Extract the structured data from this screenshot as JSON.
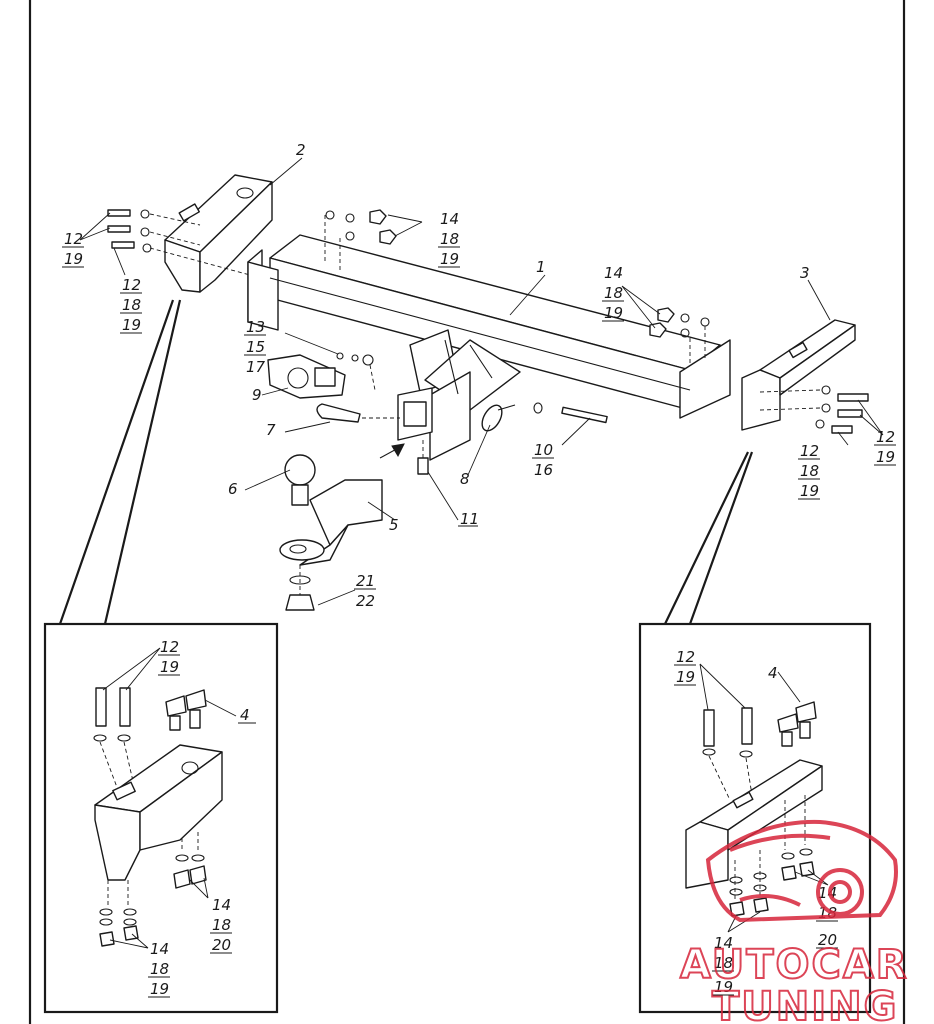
{
  "colors": {
    "line": "#1a1a1a",
    "watermark": "#d7253a",
    "background": "#ffffff"
  },
  "main_view": {
    "callouts": [
      {
        "id": "c-1",
        "label": "1"
      },
      {
        "id": "c-2",
        "label": "2"
      },
      {
        "id": "c-3",
        "label": "3"
      },
      {
        "id": "c-5",
        "label": "5"
      },
      {
        "id": "c-6",
        "label": "6"
      },
      {
        "id": "c-7",
        "label": "7"
      },
      {
        "id": "c-8",
        "label": "8"
      },
      {
        "id": "c-9",
        "label": "9"
      },
      {
        "id": "c-11",
        "label": "11"
      },
      {
        "id": "c-13-15-17",
        "lines": [
          "13",
          "15",
          "17"
        ]
      },
      {
        "id": "c-10-16",
        "lines": [
          "10",
          "16"
        ]
      },
      {
        "id": "c-21-22",
        "lines": [
          "21",
          "22"
        ]
      },
      {
        "id": "c-14-18-19-top",
        "lines": [
          "14",
          "18",
          "19"
        ]
      },
      {
        "id": "c-14-18-19-right",
        "lines": [
          "14",
          "18",
          "19"
        ]
      },
      {
        "id": "c-12-19-left",
        "lines": [
          "12",
          "19"
        ]
      },
      {
        "id": "c-12-18-19-left",
        "lines": [
          "12",
          "18",
          "19"
        ]
      },
      {
        "id": "c-12-19-right",
        "lines": [
          "12",
          "19"
        ]
      },
      {
        "id": "c-12-18-19-right",
        "lines": [
          "12",
          "18",
          "19"
        ]
      }
    ]
  },
  "detail_left": {
    "callouts": [
      {
        "id": "dl-12-19",
        "lines": [
          "12",
          "19"
        ]
      },
      {
        "id": "dl-4",
        "label": "4"
      },
      {
        "id": "dl-14-18-20",
        "lines": [
          "14",
          "18",
          "20"
        ]
      },
      {
        "id": "dl-14-18-19",
        "lines": [
          "14",
          "18",
          "19"
        ]
      }
    ]
  },
  "detail_right": {
    "callouts": [
      {
        "id": "dr-12-19",
        "lines": [
          "12",
          "19"
        ]
      },
      {
        "id": "dr-4",
        "label": "4"
      },
      {
        "id": "dr-14-18-20",
        "lines": [
          "14",
          "18",
          "20"
        ]
      },
      {
        "id": "dr-14-18-19",
        "lines": [
          "14",
          "18",
          "19"
        ]
      }
    ]
  },
  "watermark": {
    "line1": "AUTOCAR",
    "line2": "TUNING",
    "icon": "sports-car-icon"
  }
}
